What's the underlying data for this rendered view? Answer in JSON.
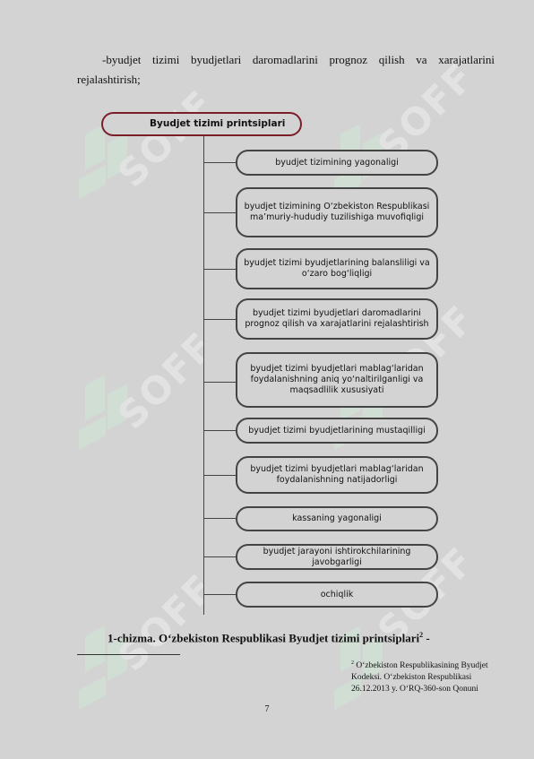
{
  "intro_text": {
    "line1": "-byudjet tizimi byudjetlari daromadlarini prognoz qilish va xarajatlarini",
    "line2": "rejalashtirish;"
  },
  "diagram": {
    "root": "Byudjet tizimi printsiplari",
    "items": [
      "byudjet tizimining yagonaligi",
      "byudjet tizimining O‘zbekiston Respublikasi ma’muriy-hududiy tuzilishiga muvofiqligi",
      "byudjet tizimi byudjetlarining balansliligi va o‘zaro bog‘liqligi",
      "byudjet tizimi byudjetlari daromadlarini prognoz qilish va xarajatlarini rejalashtirish",
      "byudjet tizimi byudjetlari mablag‘laridan foydalanishning aniq yo‘naltirilganligi va maqsadlilik xususiyati",
      "byudjet tizimi byudjetlarining mustaqilligi",
      "byudjet tizimi byudjetlari mablag‘laridan foydalanishning natijadorligi",
      "kassaning yagonaligi",
      "byudjet jarayoni ishtirokchilarining javobgarligi",
      "ochiqlik"
    ]
  },
  "caption": {
    "text": "1-chizma. O‘zbekiston Respublikasi Byudjet tizimi printsiplari",
    "ref": "2",
    "suffix": " -"
  },
  "footnote": {
    "ref": "2",
    "text": " O‘zbekiston Respublikasining Byudjet Kodeksi. O‘zbekiston Respublikasi 26.12.2013 y. O‘RQ-360-son Qonuni"
  },
  "page_number": "7",
  "watermark": {
    "text": "SOFF",
    "color": "#efefef",
    "glyph_color": "#cfe8d6"
  }
}
